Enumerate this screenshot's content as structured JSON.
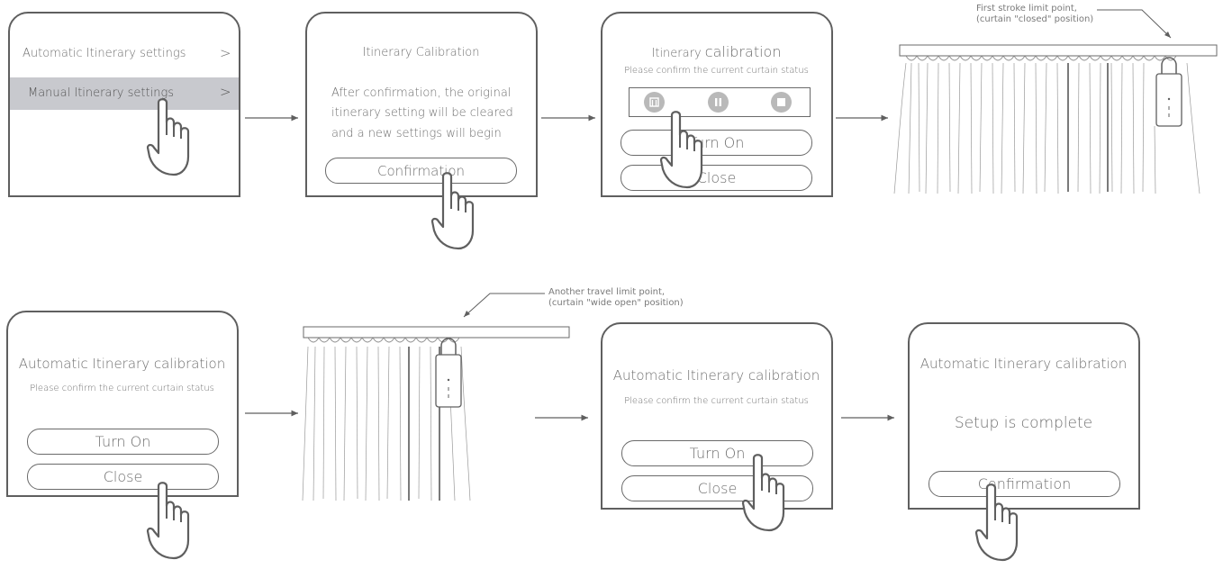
{
  "panel1": {
    "item1_label": "Automatic Itinerary settings",
    "item2_label": "Manual Itinerary settings",
    "chevron": ">"
  },
  "panel2": {
    "title": "Itinerary Calibration",
    "body_line1": "After confirmation, the original",
    "body_line2": "itinerary setting will be cleared",
    "body_line3": "and a new settings will begin",
    "confirm_label": "Confirmation"
  },
  "panel3": {
    "title_part1": "Itinerary ",
    "title_part2": "calibration",
    "subtitle": "Please confirm the current curtain status",
    "controls": [
      "open-curtain-icon",
      "pause-icon",
      "stop-icon"
    ],
    "turn_on_label": "Turn On",
    "close_label": "Close"
  },
  "annotation1": {
    "line1": "First stroke limit point,",
    "line2": "(curtain \"closed\" position)"
  },
  "panel5": {
    "title": "Automatic Itinerary calibration",
    "subtitle": "Please confirm the current curtain status",
    "turn_on_label": "Turn On",
    "close_label": "Close"
  },
  "annotation2": {
    "line1": "Another travel limit point,",
    "line2": "(curtain \"wide open\" position)"
  },
  "panel7": {
    "title": "Automatic Itinerary calibration",
    "subtitle": "Please confirm the current curtain status",
    "turn_on_label": "Turn On",
    "close_label": "Close"
  },
  "panel8": {
    "title": "Automatic Itinerary calibration",
    "status": "Setup is complete",
    "confirm_label": "Confirmation"
  },
  "icons": [
    "hand-pointer-icon",
    "arrow-right-icon",
    "curtain-motor-icon"
  ],
  "colors": {
    "stroke": "#5f5f5f",
    "highlight": "#c8c9ce",
    "text": "#6f6f6f"
  }
}
